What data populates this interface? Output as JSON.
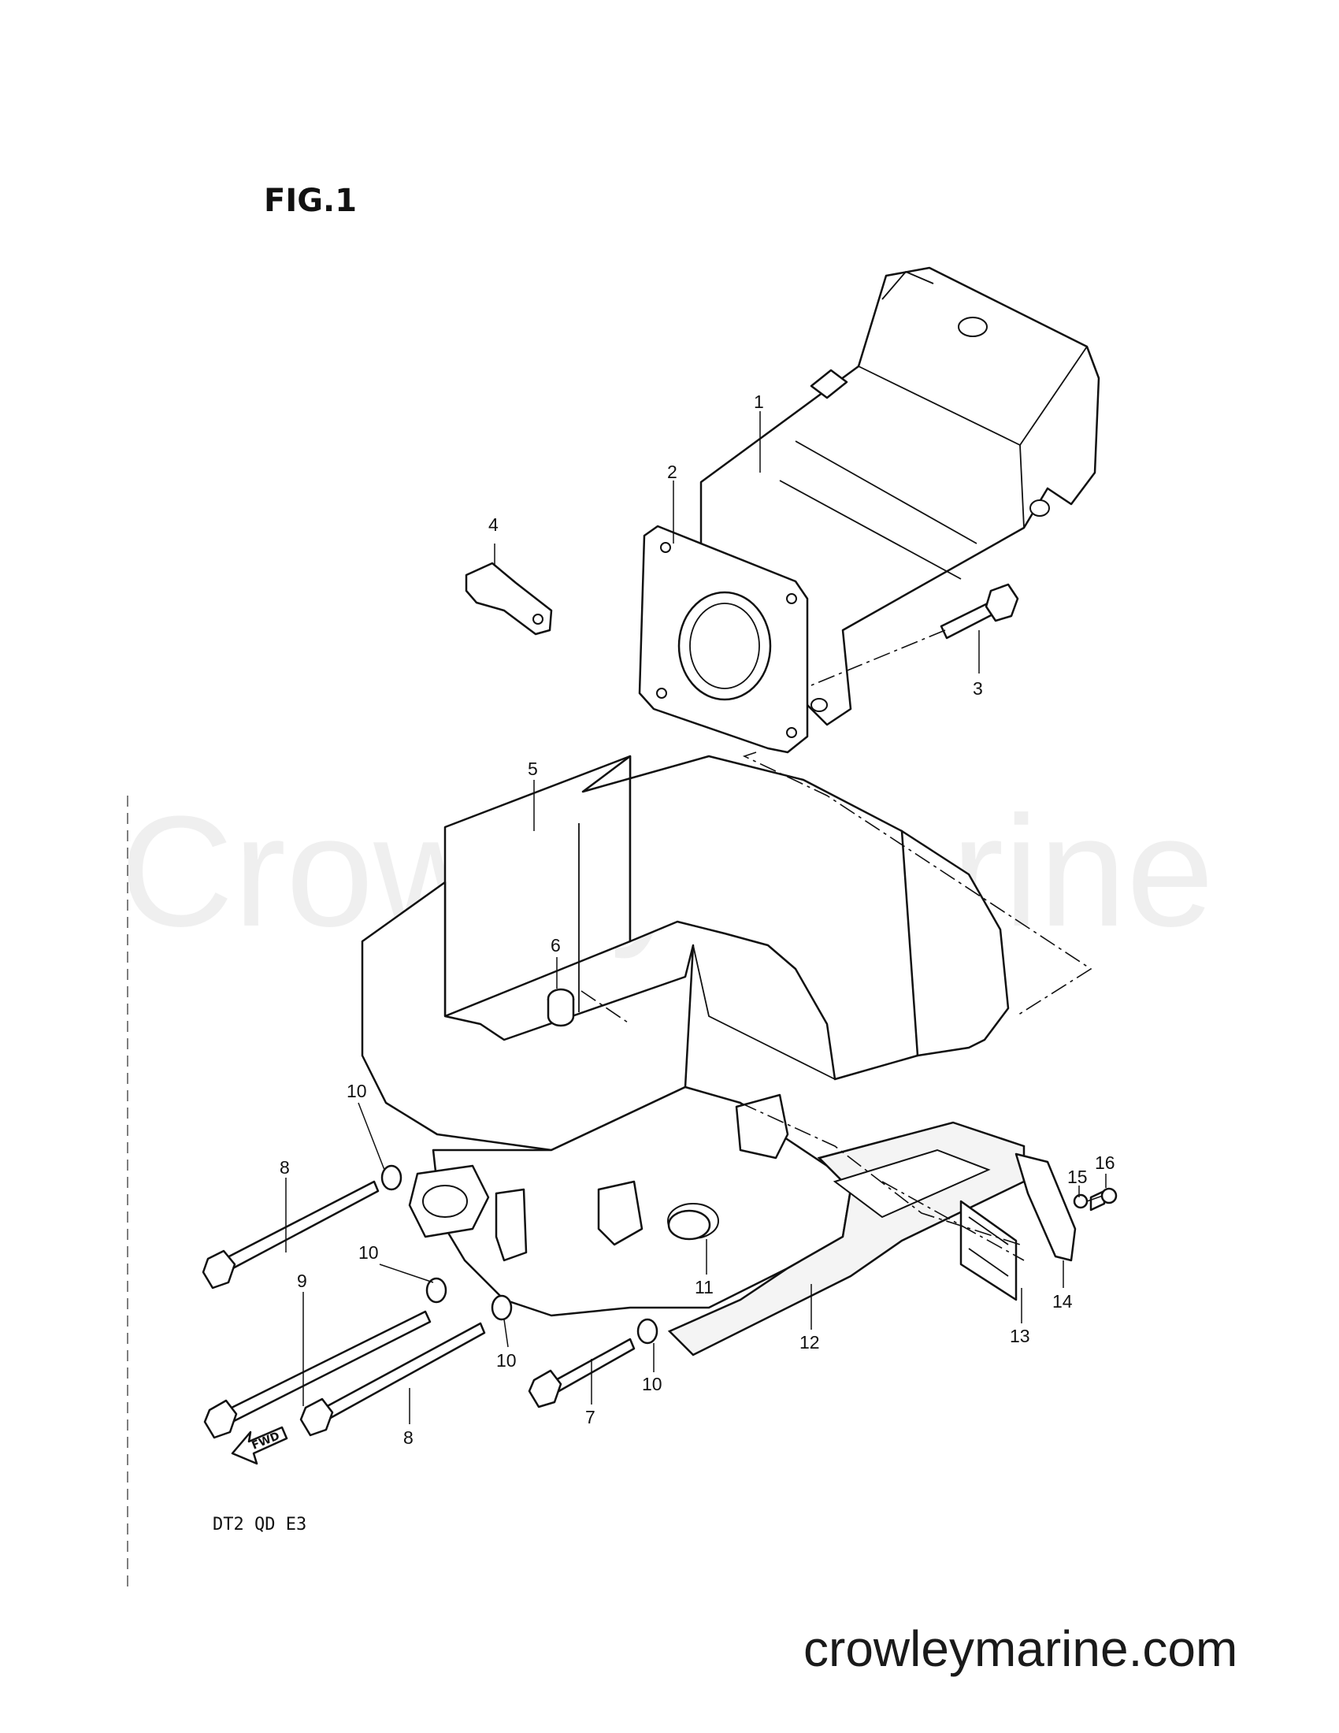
{
  "figure": {
    "title": "FIG.1",
    "model_code": "DT2 QD E3"
  },
  "watermark": {
    "text": "Crowley Marine"
  },
  "footer": {
    "url": "crowleymarine.com"
  },
  "arrow_label": "FWD",
  "callouts": [
    "1",
    "2",
    "3",
    "4",
    "5",
    "6",
    "8",
    "10",
    "10",
    "9",
    "10",
    "8",
    "7",
    "10",
    "11",
    "12",
    "13",
    "14",
    "15",
    "16"
  ]
}
